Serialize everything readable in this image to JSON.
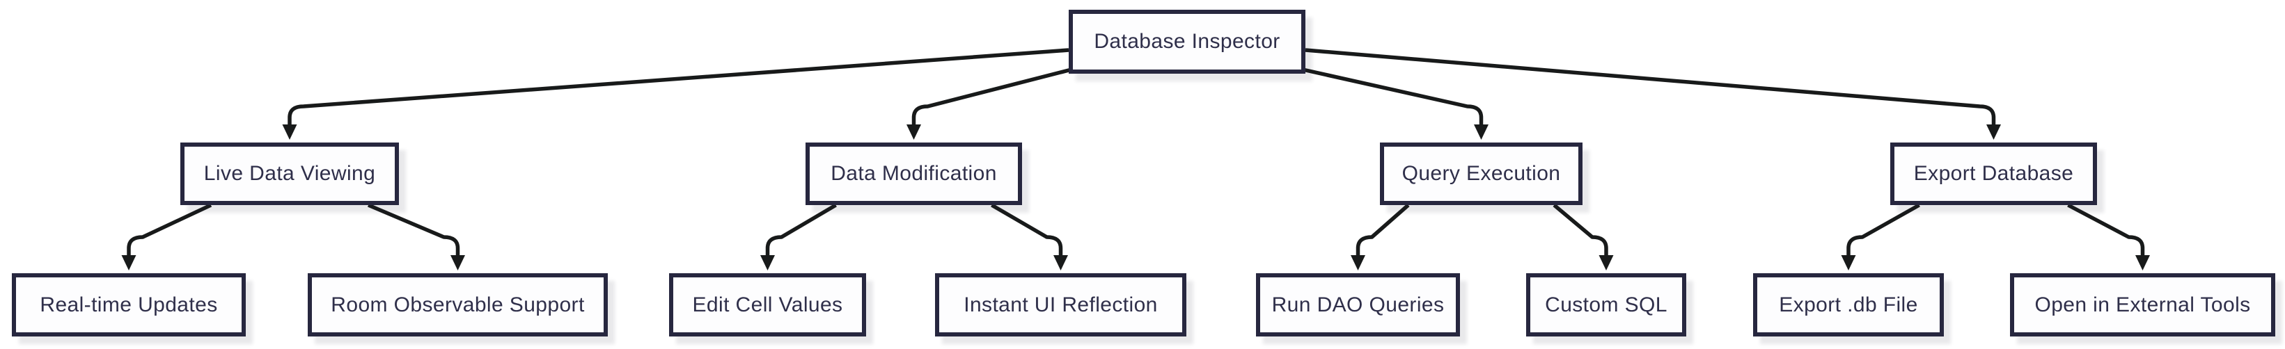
{
  "diagram": {
    "type": "flowchart",
    "direction": "top-down",
    "title": "Database Inspector",
    "colors": {
      "background": "#ffffff",
      "node_fill": "#fdfdfe",
      "node_border": "#27273f",
      "text": "#2f2f4a",
      "edge": "#181a1a",
      "shadow": "#ececf0"
    },
    "nodes": [
      {
        "id": "root",
        "label": "Database Inspector"
      },
      {
        "id": "live",
        "label": "Live Data Viewing"
      },
      {
        "id": "datamod",
        "label": "Data Modification"
      },
      {
        "id": "query",
        "label": "Query Execution"
      },
      {
        "id": "export",
        "label": "Export Database"
      },
      {
        "id": "realtime",
        "label": "Real-time Updates"
      },
      {
        "id": "room",
        "label": "Room Observable Support"
      },
      {
        "id": "edit",
        "label": "Edit Cell Values"
      },
      {
        "id": "instant",
        "label": "Instant UI Reflection"
      },
      {
        "id": "rundao",
        "label": "Run DAO Queries"
      },
      {
        "id": "custom",
        "label": "Custom SQL"
      },
      {
        "id": "exportdb",
        "label": "Export .db File"
      },
      {
        "id": "open",
        "label": "Open in External Tools"
      }
    ],
    "edges": [
      {
        "from": "root",
        "to": "live"
      },
      {
        "from": "root",
        "to": "datamod"
      },
      {
        "from": "root",
        "to": "query"
      },
      {
        "from": "root",
        "to": "export"
      },
      {
        "from": "live",
        "to": "realtime"
      },
      {
        "from": "live",
        "to": "room"
      },
      {
        "from": "datamod",
        "to": "edit"
      },
      {
        "from": "datamod",
        "to": "instant"
      },
      {
        "from": "query",
        "to": "rundao"
      },
      {
        "from": "query",
        "to": "custom"
      },
      {
        "from": "export",
        "to": "exportdb"
      },
      {
        "from": "export",
        "to": "open"
      }
    ]
  }
}
